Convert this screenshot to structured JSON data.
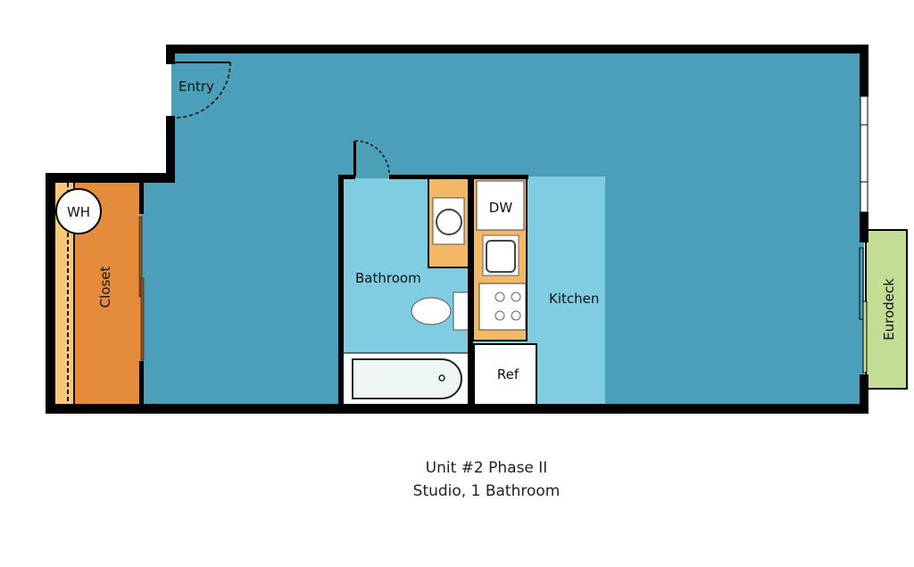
{
  "rooms": {
    "entry": "Entry",
    "closet": "Closet",
    "water_heater": "WH",
    "bathroom": "Bathroom",
    "kitchen": "Kitchen",
    "dishwasher": "DW",
    "refrigerator": "Ref",
    "deck": "Eurodeck"
  },
  "caption": {
    "line1": "Unit #2 Phase II",
    "line2": "Studio, 1 Bathroom"
  },
  "colors": {
    "main_floor": "#4c9fb9",
    "bath_kitchen_floor": "#80cde2",
    "closet": "#e48c3c",
    "closet_strip": "#f8c878",
    "counter": "#f2b867",
    "deck": "#c3de94",
    "wall": "#000000"
  }
}
